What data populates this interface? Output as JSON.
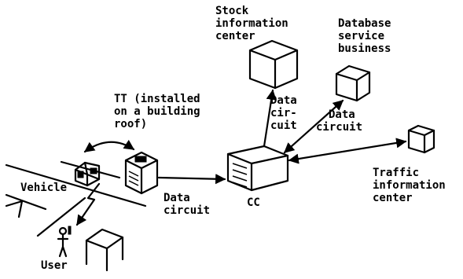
{
  "labels": {
    "stock_center": [
      "Stock",
      "information",
      "center"
    ],
    "database_service": [
      "Database",
      "service",
      "business"
    ],
    "tt_installed": [
      "TT (installed",
      "on a building",
      "roof)"
    ],
    "data_circuit_stock": [
      "Data",
      "cir-",
      "cuit"
    ],
    "data_circuit_db": [
      "Data",
      "circuit"
    ],
    "vehicle": "Vehicle",
    "data_circuit_tt": [
      "Data",
      "circuit"
    ],
    "cc": "CC",
    "traffic_center": [
      "Traffic",
      "information",
      "center"
    ],
    "user": "User"
  }
}
